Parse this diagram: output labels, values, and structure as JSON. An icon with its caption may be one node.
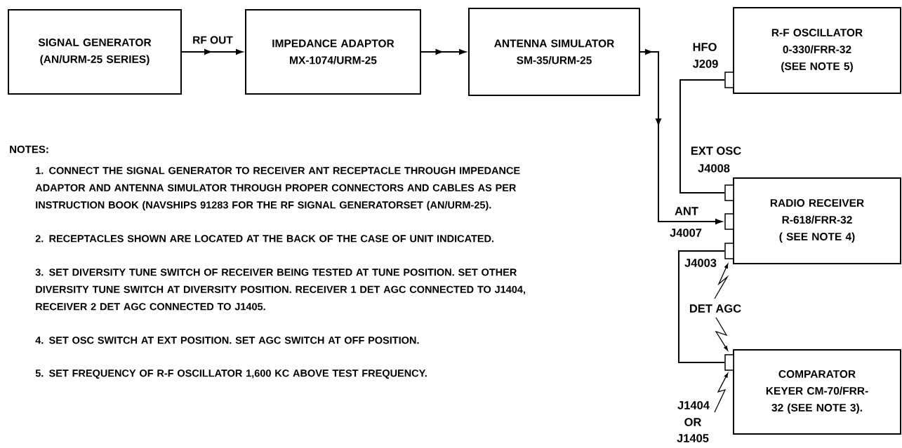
{
  "diagram": {
    "nodes": [
      {
        "text": [
          "SIGNAL GENERATOR (AN/URM-25 SERIES)"
        ]
      },
      {
        "text": [
          "IMPEDANCE ADAPTOR MX-1074/URM-25"
        ]
      },
      {
        "text": [
          "ANTENNA SIMULATOR SM-35/URM-25"
        ]
      },
      {
        "text": [
          "R-F OSCILLATOR 0-330/FRR-32 (SEE NOTE 5)"
        ]
      },
      {
        "text": [
          "RADIO RECEIVER R-618/FRR-32 ( SEE NOTE 4)"
        ]
      },
      {
        "text": [
          "COMPARATOR KEYER CM-70/FRR-32 (SEE NOTE 3)."
        ]
      }
    ],
    "edges": [
      {
        "from": 0,
        "to": 1,
        "arrow": "to",
        "label": "RF OUT"
      },
      {
        "from": 1,
        "to": 2,
        "arrow": "to"
      },
      {
        "from": 2,
        "to": 4,
        "arrow": "to"
      },
      {
        "from": 3,
        "to": 4,
        "arrow": "none"
      },
      {
        "from": 4,
        "to": 5,
        "arrow": "none"
      }
    ],
    "labels": [
      "HFO",
      "J209",
      "EXT OSC",
      "J4008",
      "ANT",
      "J4007",
      "J4003",
      "DET AGC",
      "J1404",
      "OR",
      "J1405",
      "NOTES:",
      "1. CONNECT THE SIGNAL GENERATOR TO RECEIVER ANT RECEPTACLE THROUGH IMPEDANCE ADAPTOR AND ANTENNA SIMULATOR THROUGH PROPER CONNECTORS AND CABLES AS PER INSTRUCTION BOOK (NAVSHIPS 91283 FOR THE RF SIGNAL GENERATORSET (AN/URM-25).",
      "2. RECEPTACLES SHOWN ARE LOCATED AT THE BACK OF THE CASE OF UNIT INDICATED.",
      "3. SET DIVERSITY TUNE SWITCH OF RECEIVER BEING TESTED AT TUNE POSITION. SET OTHER DIVERSITY TUNE SWITCH AT DIVERSITY POSITION. RECEIVER 1 DET AGC CONNECTED TO J1404, RECEIVER 2 DET AGC CONNECTED TO J1405.",
      "4. SET OSC SWITCH AT EXT POSITION. SET AGC SWITCH AT OFF POSITION.",
      "5. SET FREQUENCY OF R-F OSCILLATOR 1,600 KC ABOVE TEST FREQUENCY."
    ]
  }
}
